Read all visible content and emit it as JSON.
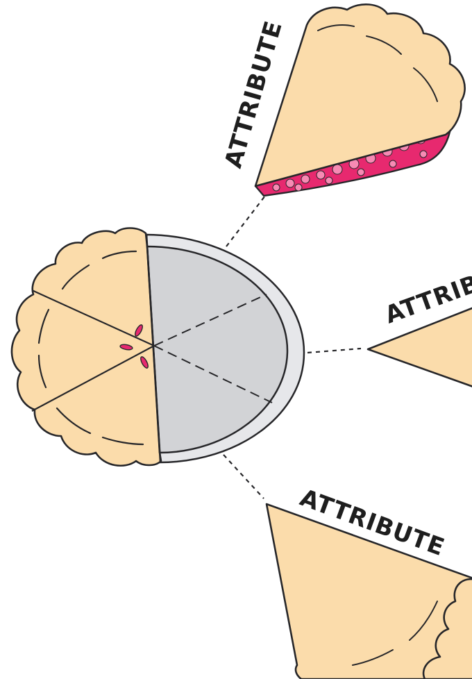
{
  "labels": {
    "top": "ATTRIBUTE",
    "middle": "ATTRIBUTE",
    "bottom": "ATTRIBUTE"
  },
  "colors": {
    "crust": "#fbdcab",
    "outline": "#262629",
    "pan": "#d2d3d6",
    "pan_rim": "#e6e7ea",
    "filling": "#e7296f",
    "filling_highlight": "#f78ab4",
    "background": "#ffffff"
  }
}
